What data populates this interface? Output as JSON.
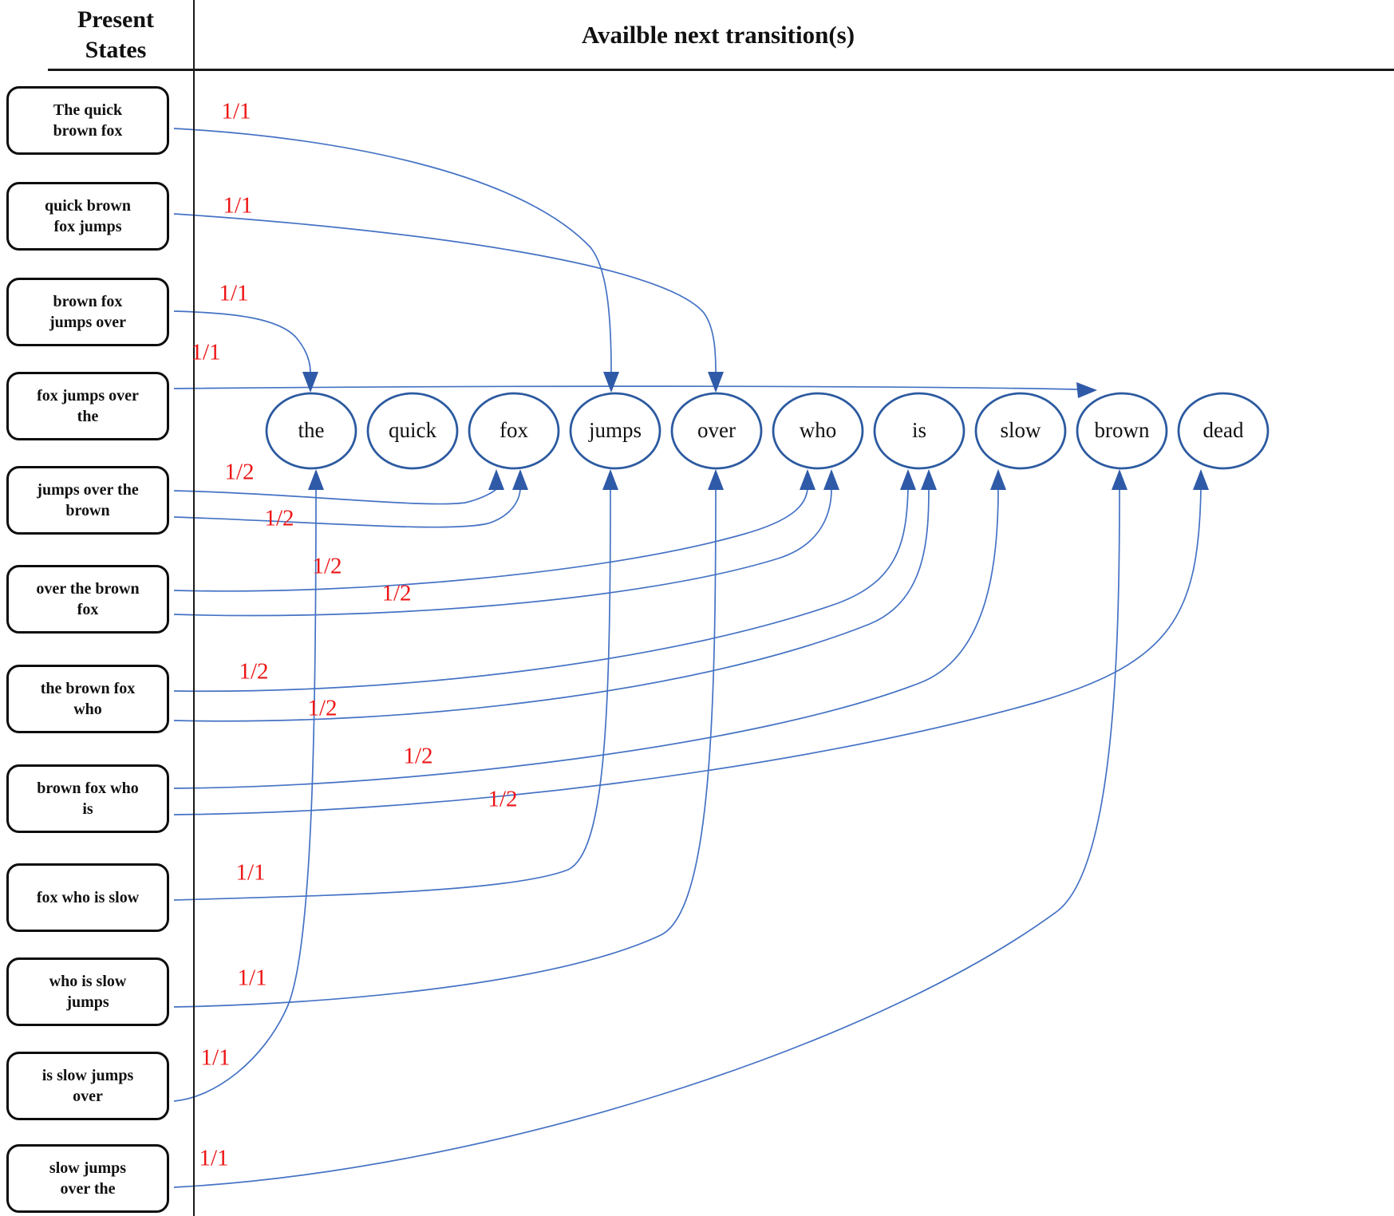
{
  "header": {
    "left_title": "Present\nStates",
    "right_title": "Availble next transition(s)"
  },
  "states": [
    {
      "label": "The quick\nbrown fox"
    },
    {
      "label": "quick brown\nfox jumps"
    },
    {
      "label": "brown fox\njumps over"
    },
    {
      "label": "fox jumps over\nthe"
    },
    {
      "label": "jumps over the\nbrown"
    },
    {
      "label": "over the brown\nfox"
    },
    {
      "label": "the brown fox\nwho"
    },
    {
      "label": "brown fox who\nis"
    },
    {
      "label": "fox who is slow"
    },
    {
      "label": "who is slow\njumps"
    },
    {
      "label": "is slow jumps\nover"
    },
    {
      "label": "slow jumps\nover the"
    }
  ],
  "words": [
    "the",
    "quick",
    "fox",
    "jumps",
    "over",
    "who",
    "is",
    "slow",
    "brown",
    "dead"
  ],
  "transitions": [
    {
      "from": "The quick brown fox",
      "to": "jumps",
      "prob": "1/1"
    },
    {
      "from": "quick brown fox jumps",
      "to": "over",
      "prob": "1/1"
    },
    {
      "from": "brown fox jumps over",
      "to": "the",
      "prob": "1/1"
    },
    {
      "from": "fox jumps over the",
      "to": "brown",
      "prob": "1/1"
    },
    {
      "from": "jumps over the brown",
      "to": "fox",
      "prob": "1/2"
    },
    {
      "from": "jumps over the brown",
      "to": "fox",
      "prob": "1/2"
    },
    {
      "from": "over the brown fox",
      "to": "who",
      "prob": "1/2"
    },
    {
      "from": "over the brown fox",
      "to": "who",
      "prob": "1/2"
    },
    {
      "from": "the brown fox who",
      "to": "is",
      "prob": "1/2"
    },
    {
      "from": "the brown fox who",
      "to": "is",
      "prob": "1/2"
    },
    {
      "from": "brown fox who is",
      "to": "slow",
      "prob": "1/2"
    },
    {
      "from": "brown fox who is",
      "to": "dead",
      "prob": "1/2"
    },
    {
      "from": "fox who is slow",
      "to": "jumps",
      "prob": "1/1"
    },
    {
      "from": "who is slow jumps",
      "to": "over",
      "prob": "1/1"
    },
    {
      "from": "is slow jumps over",
      "to": "the",
      "prob": "1/1"
    },
    {
      "from": "slow jumps over the",
      "to": "brown",
      "prob": "1/1"
    }
  ],
  "colors": {
    "line_blue": "#4472C4",
    "arrow_blue": "#2F5AA8",
    "circle_blue": "#2C5AA0",
    "label_red": "#EE1414"
  }
}
